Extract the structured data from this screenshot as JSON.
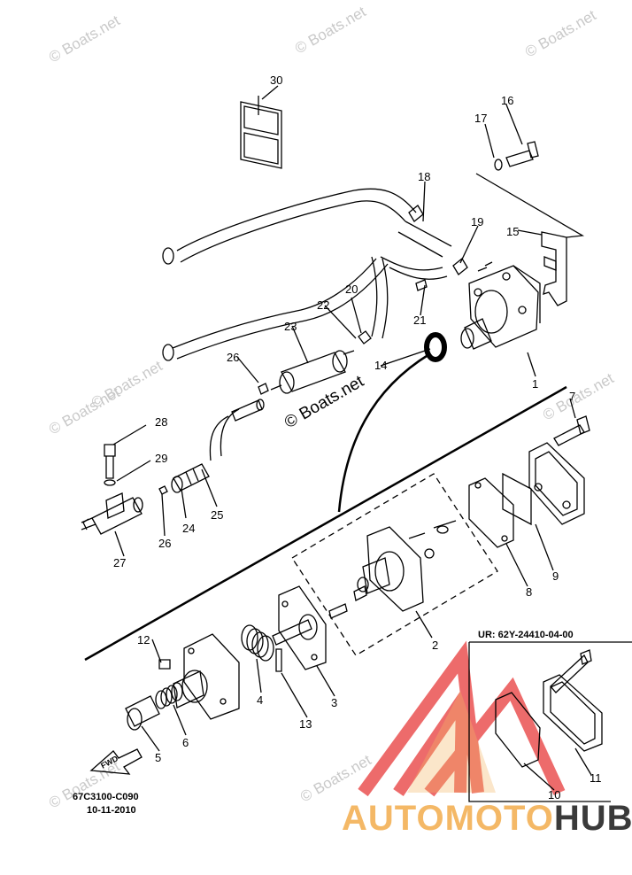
{
  "watermarks": [
    "© Boats.net",
    "© Boats.net",
    "© Boats.net",
    "© Boats.net",
    "© Boats.net",
    "© Boats.net",
    "© Boats.net",
    "© Boats.net"
  ],
  "copyright": "© Boats.net",
  "diagram_code": "67C3100-C090",
  "diagram_date": "10-11-2010",
  "fwd_label": "FWD",
  "inset_label": "UR: 62Y-24410-04-00",
  "brand": {
    "part1": "AUTOMOTO",
    "part2": "HUB",
    "color1": "#f4b866",
    "color2": "#3a3a3a",
    "logo_color": "#e83a3a"
  },
  "callouts": [
    "1",
    "2",
    "3",
    "4",
    "5",
    "6",
    "7",
    "8",
    "9",
    "10",
    "11",
    "12",
    "13",
    "14",
    "15",
    "16",
    "17",
    "18",
    "19",
    "20",
    "21",
    "22",
    "23",
    "24",
    "25",
    "26",
    "26",
    "27",
    "28",
    "29",
    "30"
  ]
}
